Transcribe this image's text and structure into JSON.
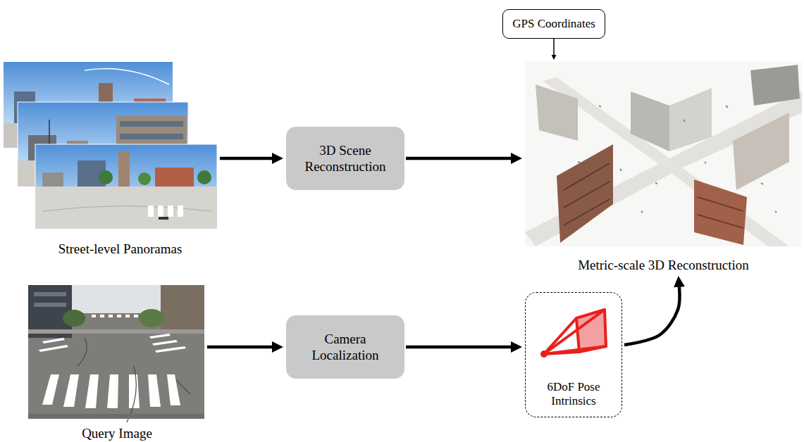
{
  "diagram": {
    "nodes": [
      {
        "text": [
          "Street-level Panoramas"
        ]
      },
      {
        "text": [
          "3D Scene Reconstruction"
        ]
      },
      {
        "text": [
          "GPS Coordinates"
        ]
      },
      {
        "text": [
          "Metric-scale 3D Reconstruction"
        ]
      },
      {
        "text": [
          "Query Image"
        ]
      },
      {
        "text": [
          "Camera Localization"
        ]
      },
      {
        "text": [
          "6DoF Pose Intrinsics"
        ]
      }
    ],
    "edges": [
      {
        "from": 0,
        "to": 1,
        "arrow": "to"
      },
      {
        "from": 1,
        "to": 3,
        "arrow": "to"
      },
      {
        "from": 2,
        "to": 3,
        "arrow": "to"
      },
      {
        "from": 4,
        "to": 5,
        "arrow": "to"
      },
      {
        "from": 5,
        "to": 6,
        "arrow": "to"
      },
      {
        "from": 6,
        "to": 3,
        "arrow": "to"
      }
    ]
  }
}
